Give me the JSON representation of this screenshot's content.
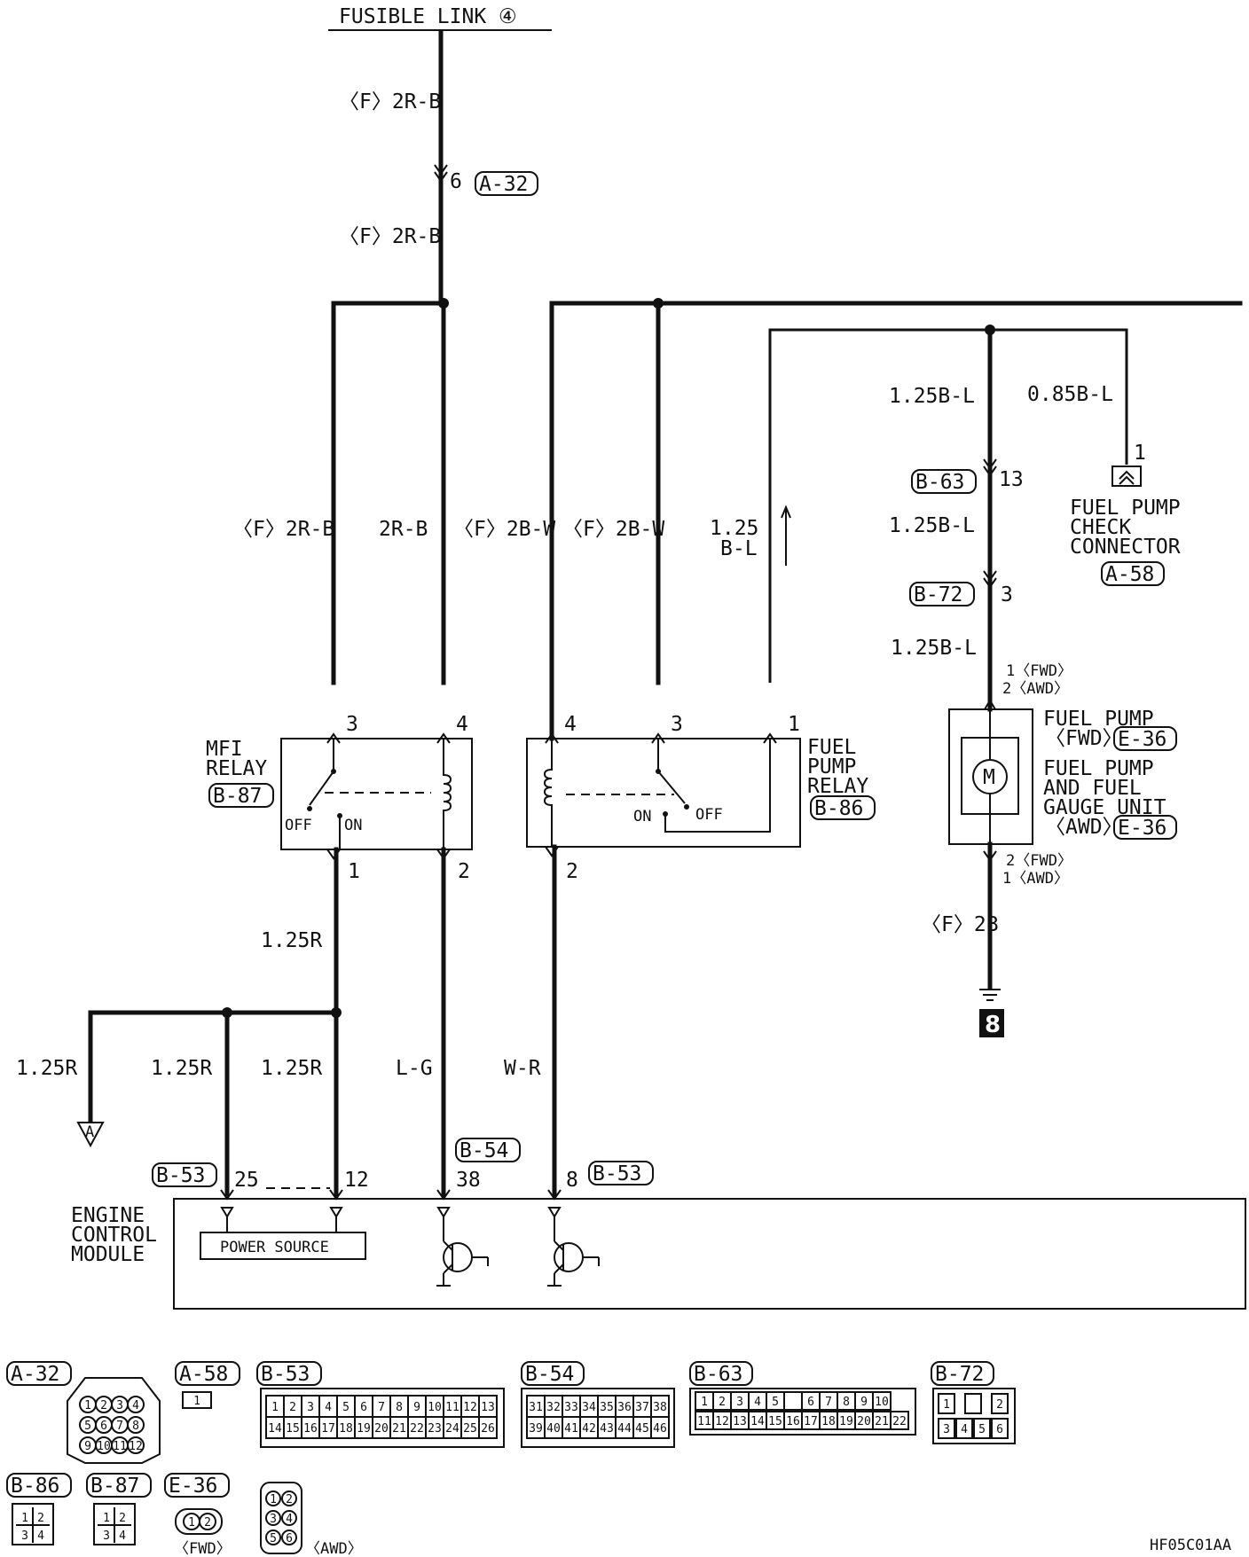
{
  "fusible_link": "FUSIBLE LINK ④",
  "wires": {
    "top1": "〈F〉2R-B",
    "top2": "〈F〉2R-B",
    "mfi_pin3": "〈F〉2R-B",
    "mfi_pin4": "2R-B",
    "fpr_pin4": "〈F〉2B-W",
    "fpr_pin3": "〈F〉2B-W",
    "fpr_pin1_a": "1.25",
    "fpr_pin1_b": "B-L",
    "b63_top": "1.25B-L",
    "check_conn": "0.85B-L",
    "b72_top": "1.25B-L",
    "pump_top": "1.25B-L",
    "pump_gnd": "〈F〉2B",
    "mfi_out": "1.25R",
    "left_a": "1.25R",
    "pin25": "1.25R",
    "pin12": "1.25R",
    "lg": "L-G",
    "wr": "W-R"
  },
  "connectors": {
    "a32": "A-32",
    "b63": "B-63",
    "b72": "B-72",
    "a58": "A-58",
    "b87": "B-87",
    "b86": "B-86",
    "e36a": "E-36",
    "e36b": "E-36",
    "b54": "B-54",
    "b53a": "B-53",
    "b53b": "B-53"
  },
  "pins": {
    "a32": "6",
    "b63": "13",
    "b72": "3",
    "check": "1",
    "mfi3": "3",
    "mfi4": "4",
    "mfi1": "1",
    "mfi2": "2",
    "fpr4": "4",
    "fpr3": "3",
    "fpr1": "1",
    "fpr2": "2",
    "ecm25": "25",
    "ecm12": "12",
    "ecm38": "38",
    "ecm8": "8",
    "pump_in1": "1〈FWD〉",
    "pump_in2": "2〈AWD〉",
    "pump_out1": "2〈FWD〉",
    "pump_out2": "1〈AWD〉"
  },
  "labels": {
    "mfi_relay_1": "MFI",
    "mfi_relay_2": "RELAY",
    "fpr_1": "FUEL",
    "fpr_2": "PUMP",
    "fpr_3": "RELAY",
    "check_1": "FUEL PUMP",
    "check_2": "CHECK",
    "check_3": "CONNECTOR",
    "pump_fwd_1": "FUEL PUMP",
    "pump_fwd_2": "〈FWD〉",
    "pump_awd_1": "FUEL PUMP",
    "pump_awd_2": "AND FUEL",
    "pump_awd_3": "GAUGE UNIT",
    "pump_awd_4": "〈AWD〉",
    "off_mfi": "OFF",
    "on_mfi": "ON",
    "on_fpr": "ON",
    "off_fpr": "OFF",
    "ecm_1": "ENGINE",
    "ecm_2": "CONTROL",
    "ecm_3": "MODULE",
    "power_source": "POWER SOURCE",
    "motor": "M",
    "ground": "8",
    "offpage": "A",
    "fwd": "〈FWD〉",
    "awd": "〈AWD〉",
    "code": "HF05C01AA"
  },
  "bottom_connectors": {
    "a32": "A-32",
    "a58": "A-58",
    "b53": "B-53",
    "b54": "B-54",
    "b63": "B-63",
    "b72": "B-72",
    "b86": "B-86",
    "b87": "B-87",
    "e36": "E-36"
  }
}
